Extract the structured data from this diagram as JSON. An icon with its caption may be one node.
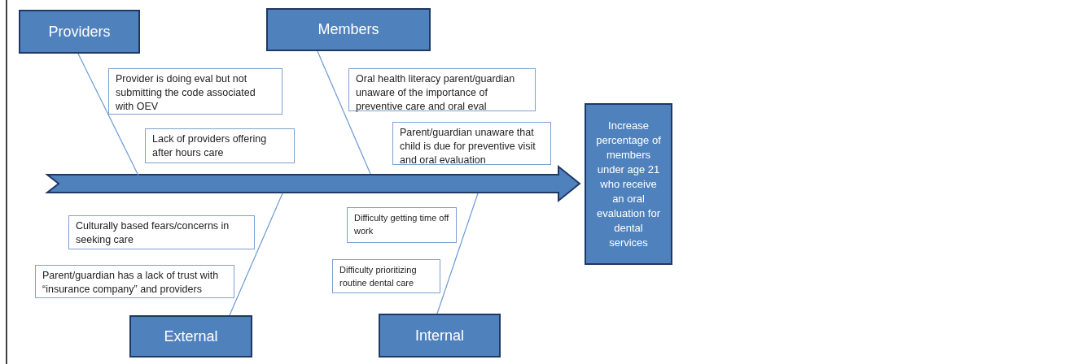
{
  "diagram": {
    "nodes": [
      {
        "text": [
          "Providers"
        ]
      },
      {
        "text": [
          "Provider is doing eval but not submitting the code associated with OEV"
        ]
      },
      {
        "text": [
          "Lack of providers offering after hours care"
        ]
      },
      {
        "text": [
          "Members"
        ]
      },
      {
        "text": [
          "Oral health literacy parent/guardian unaware of the importance of preventive care and oral eval"
        ]
      },
      {
        "text": [
          "Parent/guardian unaware that child is due for preventive visit and oral evaluation"
        ]
      },
      {
        "text": [
          "Culturally based fears/concerns  in seeking care"
        ]
      },
      {
        "text": [
          "Parent/guardian has a lack of trust with “insurance company” and providers"
        ]
      },
      {
        "text": [
          "External"
        ]
      },
      {
        "text": [
          "Difficulty getting time off work"
        ]
      },
      {
        "text": [
          "Difficulty prioritizing routine  dental care"
        ]
      },
      {
        "text": [
          "Internal"
        ]
      },
      {
        "text": [
          "Increase percentage of members under age 21 who receive an oral evaluation for dental services"
        ]
      }
    ],
    "edges": [
      {
        "from": null,
        "to": 12,
        "arrow": "to",
        "style": "thick"
      },
      {
        "from": 0,
        "to": null,
        "arrow": "none"
      },
      {
        "from": 3,
        "to": null,
        "arrow": "none"
      },
      {
        "from": 8,
        "to": null,
        "arrow": "none"
      },
      {
        "from": 11,
        "to": null,
        "arrow": "none"
      }
    ]
  }
}
